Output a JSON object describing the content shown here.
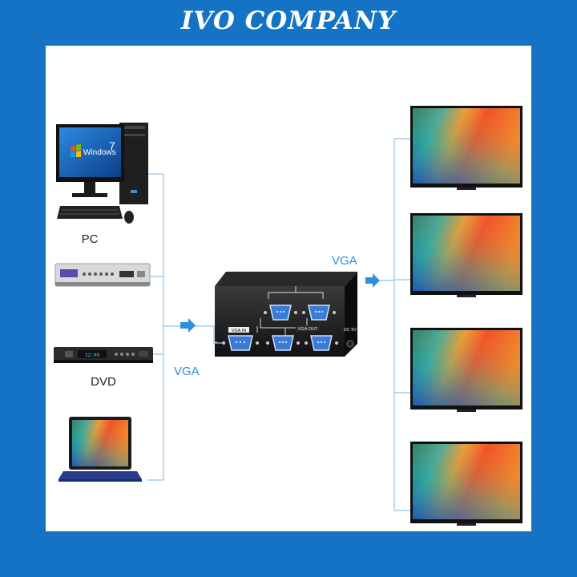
{
  "header": {
    "title": "IVO COMPANY"
  },
  "sources": {
    "pc_label": "PC",
    "dvd_label": "DVD",
    "windows_text": "Windows",
    "windows_version": "7",
    "dvd_screen_text": "12:00"
  },
  "connections": {
    "input_label": "VGA",
    "output_label": "VGA"
  },
  "splitter": {
    "vga_in": "VGA IN",
    "vga_out": "VGA OUT",
    "dc": "DC 5V"
  },
  "colors": {
    "background": "#1473c4",
    "panel": "#ffffff",
    "line": "#8fc3ea",
    "arrow": "#2f8fd8"
  }
}
